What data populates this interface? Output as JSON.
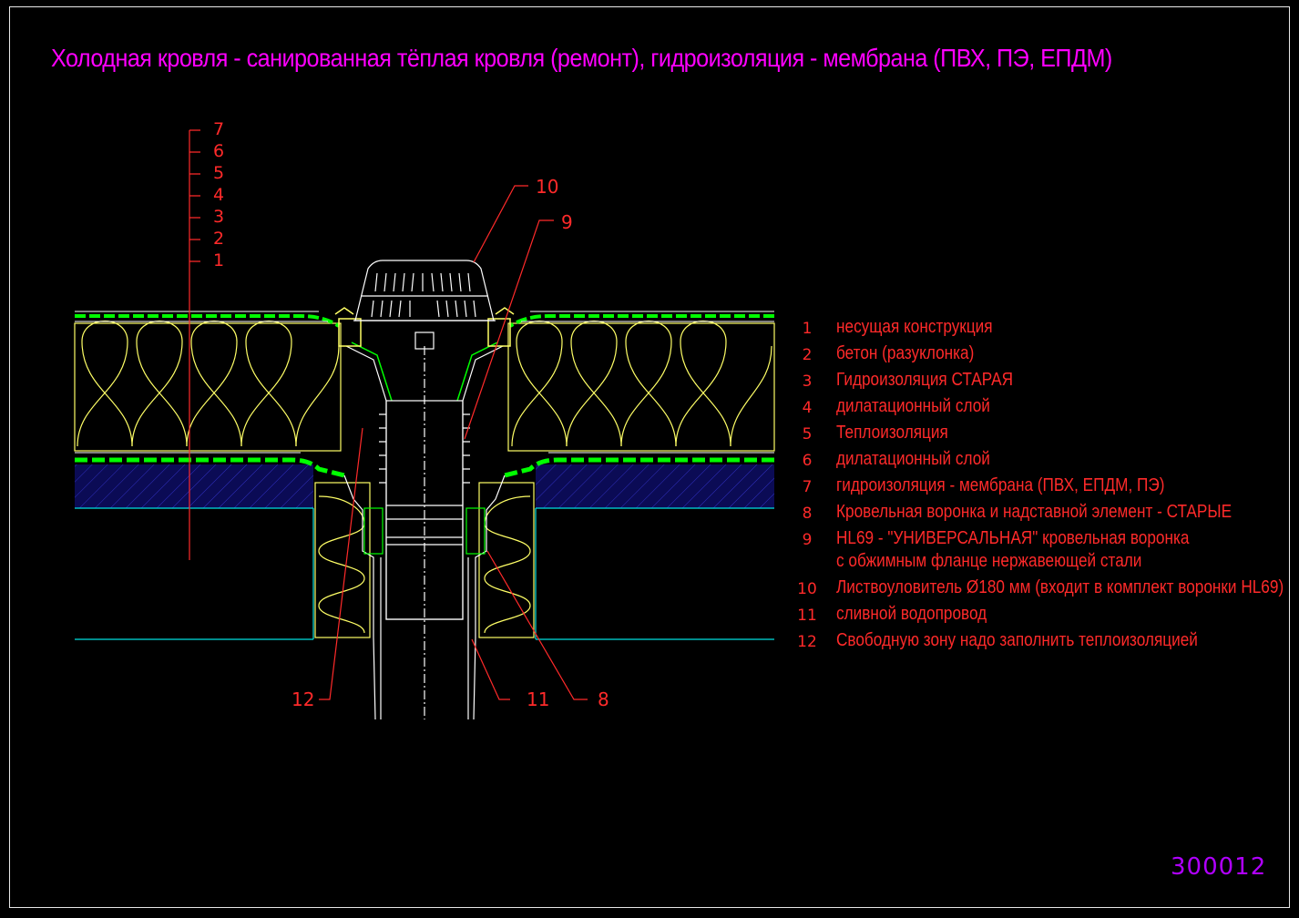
{
  "title": "Холодная кровля - санированная тёплая кровля (ремонт), гидроизоляция - мембрана (ПВХ, ПЭ, ЕПДМ)",
  "sheet_number": "300012",
  "layer_scale": [
    "7",
    "6",
    "5",
    "4",
    "3",
    "2",
    "1"
  ],
  "callouts": {
    "c10": "10",
    "c9": "9",
    "c12": "12",
    "c11": "11",
    "c8": "8"
  },
  "legend": [
    {
      "num": "1",
      "text": "несущая конструкция"
    },
    {
      "num": "2",
      "text": "бетон (разуклонка)"
    },
    {
      "num": "3",
      "text": "Гидроизоляция СТАРАЯ"
    },
    {
      "num": "4",
      "text": "дилатационный слой"
    },
    {
      "num": "5",
      "text": "Теплоизоляция"
    },
    {
      "num": "6",
      "text": "дилатационный слой"
    },
    {
      "num": "7",
      "text": "гидроизоляция - мембрана (ПВХ, ЕПДМ, ПЭ)"
    },
    {
      "num": "8",
      "text": "Кровельная воронка и надставной элемент - СТАРЫЕ"
    },
    {
      "num": "9",
      "text": "HL69 - \"УНИВЕРСАЛЬНАЯ\" кровельная воронка",
      "text2": "с обжимным фланце нержавеющей стали"
    },
    {
      "num": "10",
      "text": "Листвоуловитель Ø180 мм (входит в комплект воронки HL69)"
    },
    {
      "num": "11",
      "text": "сливной водопровод"
    },
    {
      "num": "12",
      "text": "Свободную зону надо заполнить теплоизоляцией"
    }
  ],
  "colors": {
    "background": "#000000",
    "title": "#ff00ff",
    "legend": "#ff2a2a",
    "insulation": "#ffff66",
    "membrane": "#00ff00",
    "structure": "#00ffff",
    "concrete": "#2a2aa0",
    "metal": "#ffffff",
    "sheet_number": "#b000ff"
  }
}
